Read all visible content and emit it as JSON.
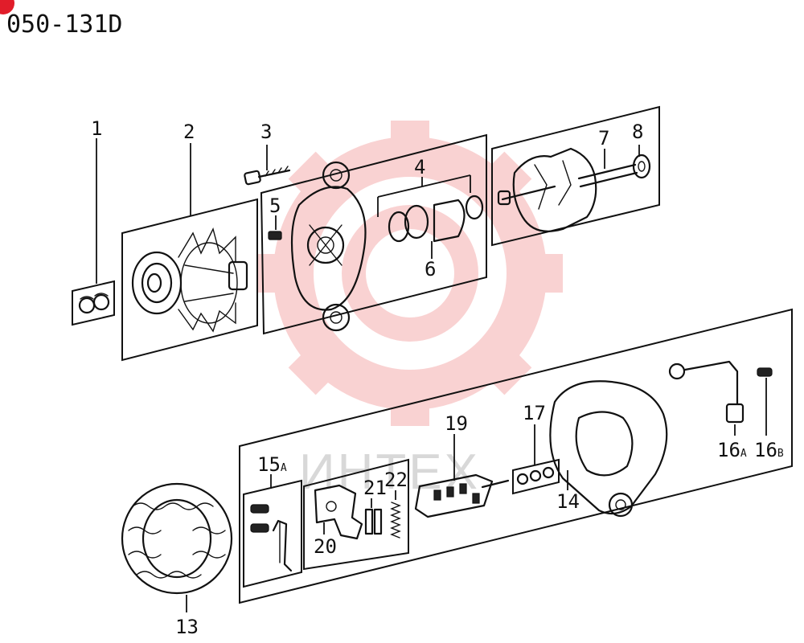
{
  "diagram_code": "050-131D",
  "watermark_text": "ИНТЕХ",
  "watermark_color": "#f08080",
  "corner_mark_color": "#e11d2a",
  "labels": {
    "p1": "1",
    "p2": "2",
    "p3": "3",
    "p4": "4",
    "p5": "5",
    "p6": "6",
    "p7": "7",
    "p8": "8",
    "p13": "13",
    "p14": "14",
    "p15": "15",
    "p15_sub": "A",
    "p16a": "16",
    "p16a_sub": "A",
    "p16b": "16",
    "p16b_sub": "B",
    "p17": "17",
    "p19": "19",
    "p20": "20",
    "p21": "21",
    "p22": "22"
  }
}
